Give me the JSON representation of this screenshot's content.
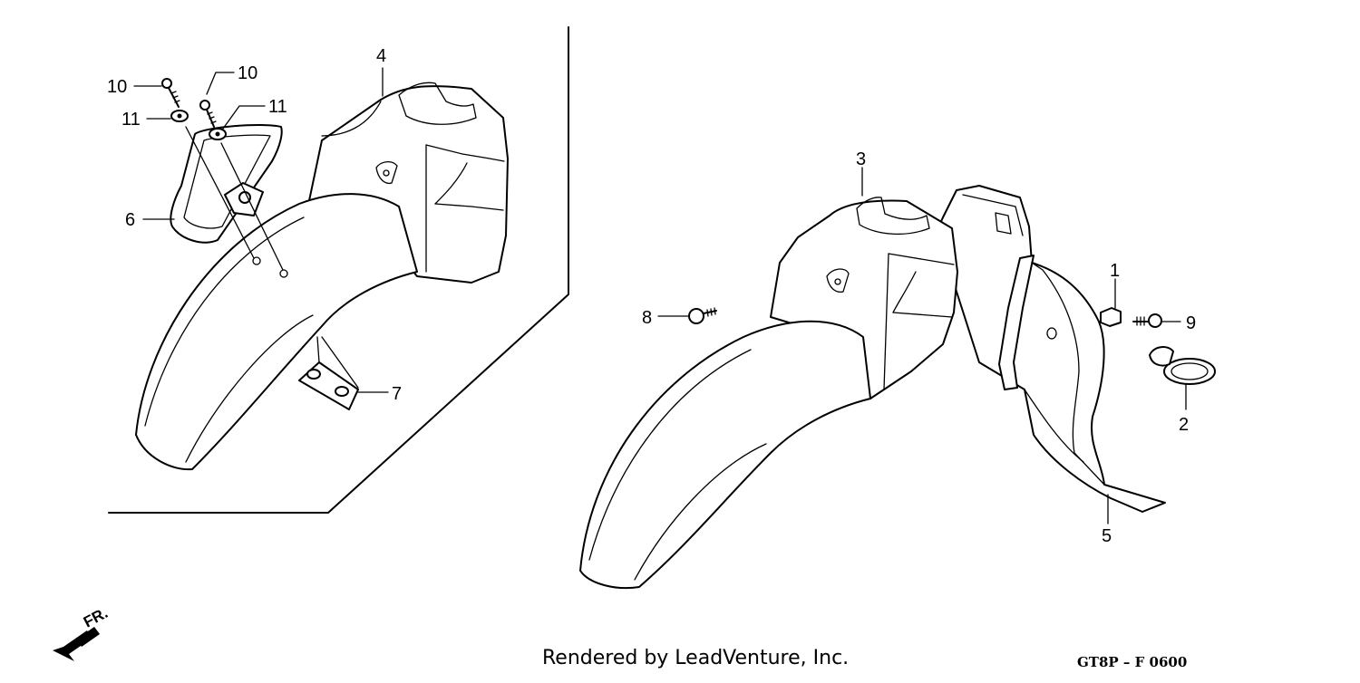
{
  "callouts": [
    {
      "id": "1",
      "text": "1"
    },
    {
      "id": "2",
      "text": "2"
    },
    {
      "id": "3",
      "text": "3"
    },
    {
      "id": "4",
      "text": "4"
    },
    {
      "id": "5",
      "text": "5"
    },
    {
      "id": "6",
      "text": "6"
    },
    {
      "id": "7",
      "text": "7"
    },
    {
      "id": "8",
      "text": "8"
    },
    {
      "id": "9",
      "text": "9"
    },
    {
      "id": "10a",
      "text": "10"
    },
    {
      "id": "10b",
      "text": "10"
    },
    {
      "id": "11a",
      "text": "11"
    },
    {
      "id": "11b",
      "text": "11"
    }
  ],
  "direction_marker": "FR.",
  "credit": "Rendered by LeadVenture, Inc.",
  "diagram_code": "GT8P – F 0600"
}
